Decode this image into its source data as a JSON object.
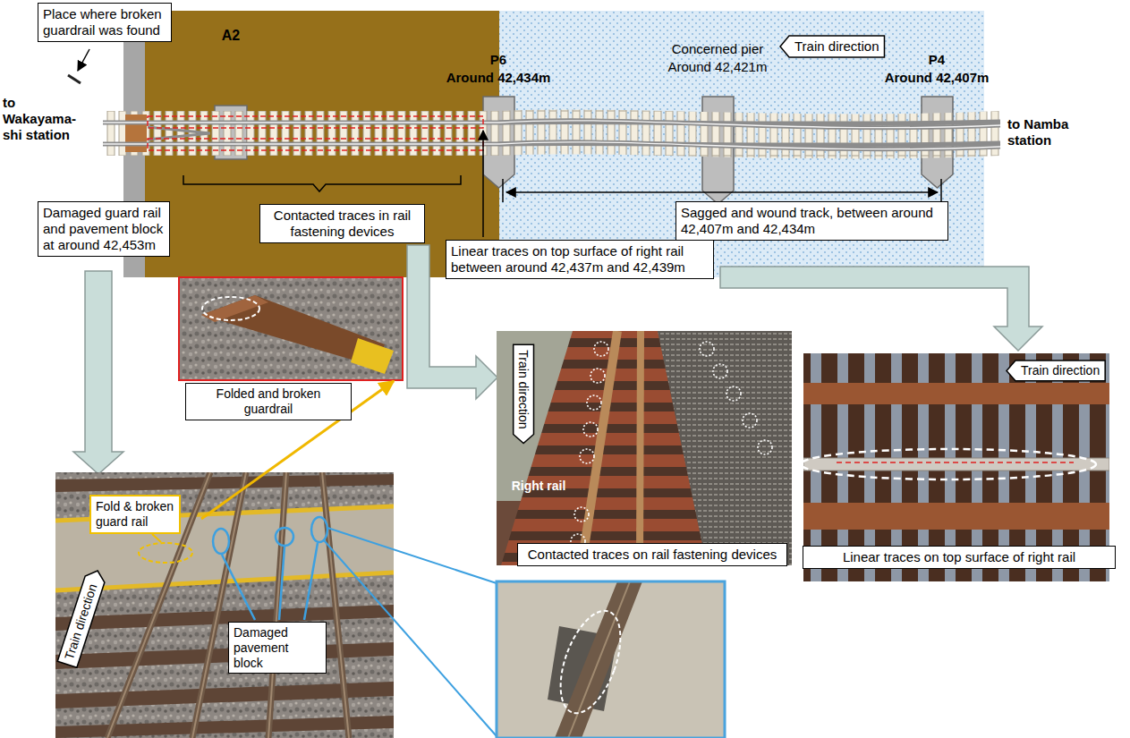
{
  "diagram": {
    "nodes": [
      {
        "text": [
          "Place where broken guardrail was found"
        ]
      },
      {
        "text": [
          "Train direction"
        ]
      },
      {
        "text": [
          "Damaged guard rail and pavement block at around 42,453m"
        ]
      },
      {
        "text": [
          "Contacted traces in rail fastening devices"
        ]
      },
      {
        "text": [
          "Linear traces on top surface of right rail between around 42,437m and 42,439m"
        ]
      },
      {
        "text": [
          "Sagged and wound track, between around 42,407m and 42,434m"
        ]
      },
      {
        "text": [
          "Folded and broken guardrail"
        ]
      },
      {
        "text": [
          "Train direction"
        ]
      },
      {
        "text": [
          "Contacted traces on rail fastening devices"
        ]
      },
      {
        "text": [
          "Train direction"
        ]
      },
      {
        "text": [
          "Linear traces on top surface of right rail"
        ]
      },
      {
        "text": [
          "Fold & broken guard rail"
        ]
      },
      {
        "text": [
          "Train direction"
        ]
      },
      {
        "text": [
          "Damaged pavement block"
        ]
      }
    ],
    "labels": [
      "to Wakayama-shi station",
      "A2",
      "P6",
      "Around 42,434m",
      "Concerned pier",
      "Around 42,421m",
      "P4",
      "Around 42,407m",
      "to Namba station",
      "Right rail"
    ]
  }
}
